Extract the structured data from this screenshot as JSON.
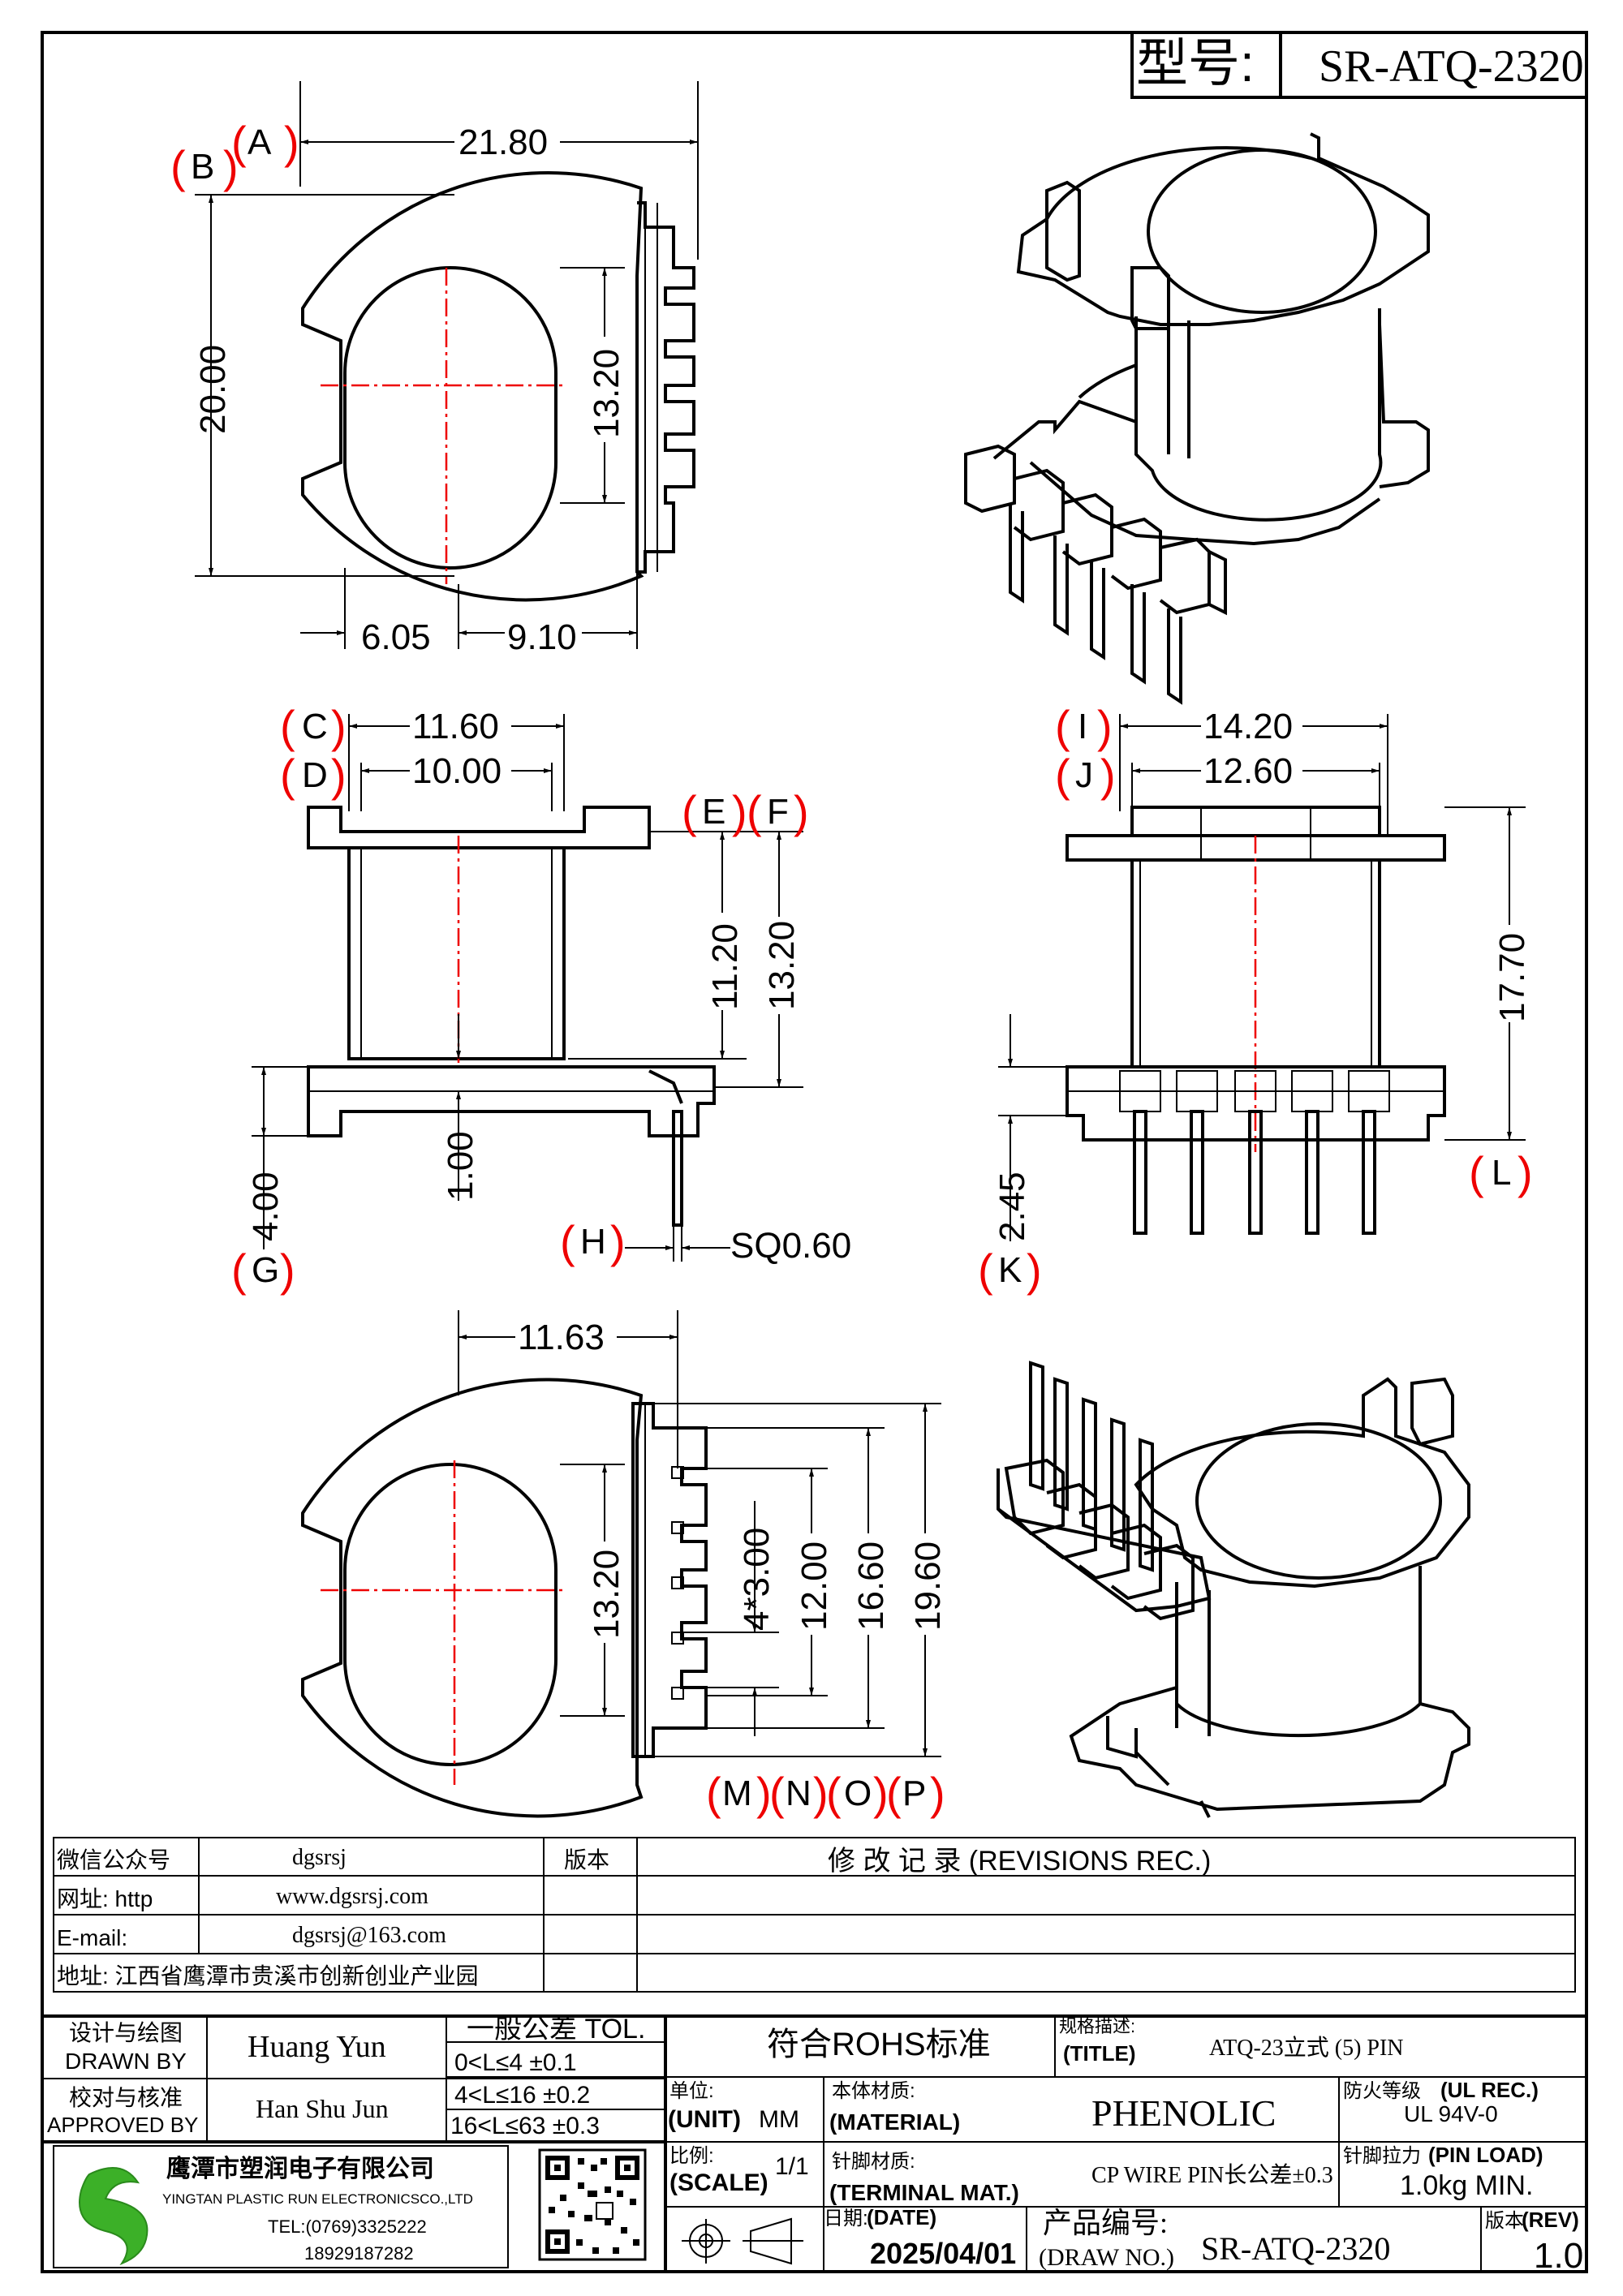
{
  "title_block": {
    "model_label": "型号:",
    "model_value": "SR-ATQ-2320"
  },
  "dims": {
    "A": "A",
    "B": "B",
    "C": "C",
    "D": "D",
    "E": "E",
    "F": "F",
    "G": "G",
    "H": "H",
    "I": "I",
    "J": "J",
    "K": "K",
    "L": "L",
    "M": "M",
    "N": "N",
    "O": "O",
    "P": "P",
    "d_21_80": "21.80",
    "d_20_00": "20.00",
    "d_13_20_top": "13.20",
    "d_6_05": "6.05",
    "d_9_10": "9.10",
    "d_11_60": "11.60",
    "d_10_00": "10.00",
    "d_11_20": "11.20",
    "d_13_20_side": "13.20",
    "d_4_00": "4.00",
    "d_1_00": "1.00",
    "d_sq": "SQ0.60",
    "d_14_20": "14.20",
    "d_12_60": "12.60",
    "d_17_70": "17.70",
    "d_2_45": "2.45",
    "d_11_63": "11.63",
    "d_13_20_bot": "13.20",
    "d_4x3": "4*3.00",
    "d_12_00": "12.00",
    "d_16_60": "16.60",
    "d_19_60": "19.60"
  },
  "info_table": {
    "wechat_label": "微信公众号",
    "wechat_value": "dgsrsj",
    "web_label": "网址: http",
    "web_value": "www.dgsrsj.com",
    "email_label": "E-mail:",
    "email_value": "dgsrsj@163.com",
    "address": "地址: 江西省鹰潭市贵溪市创新创业产业园",
    "version_label": "版本",
    "revisions_label": "修 改 记 录  (REVISIONS REC.)"
  },
  "bottom_block": {
    "drawn_cn": "设计与绘图",
    "drawn_en": "DRAWN BY",
    "drawn_name": "Huang  Yun",
    "approved_cn": "校对与核准",
    "approved_en": "APPROVED BY",
    "approved_name": "Han Shu Jun",
    "tol_title": "一般公差 TOL.",
    "tol_rows": [
      "0<L≤4    ±0.1",
      "4<L≤16  ±0.2",
      "16<L≤63 ±0.3"
    ],
    "rohs": "符合ROHS标准",
    "spec_cn": "规格描述:",
    "spec_en": "(TITLE)",
    "spec_value": "ATQ-23立式 (5) PIN",
    "unit_cn": "单位:",
    "unit_en": "(UNIT)",
    "unit_value": "MM",
    "material_cn": "本体材质:",
    "material_en": "(MATERIAL)",
    "material_value": "PHENOLIC",
    "fire_cn": "防火等级",
    "fire_en": "(UL REC.)",
    "fire_value": "UL 94V-0",
    "scale_cn": "比例:",
    "scale_en": "(SCALE)",
    "scale_value": "1/1",
    "terminal_cn": "针脚材质:",
    "terminal_en": "(TERMINAL MAT.)",
    "terminal_value": "CP WIRE  PIN长公差±0.3",
    "pinload_cn": "针脚拉力",
    "pinload_en": "(PIN LOAD)",
    "pinload_value": "1.0kg  MIN.",
    "date_cn": "日期:",
    "date_en": "(DATE)",
    "date_value": "2025/04/01",
    "drawno_cn": "产品编号:",
    "drawno_en": "(DRAW NO.)",
    "drawno_value": "SR-ATQ-2320",
    "rev_cn": "版本",
    "rev_en": "(REV)",
    "rev_value": "1.0",
    "company_name": "鹰潭市塑润电子有限公司",
    "company_en": "YINGTAN PLASTIC RUN ELECTRONICSCO.,LTD",
    "company_tel": "TEL:(0769)3325222",
    "company_mobile": "18929187282"
  }
}
